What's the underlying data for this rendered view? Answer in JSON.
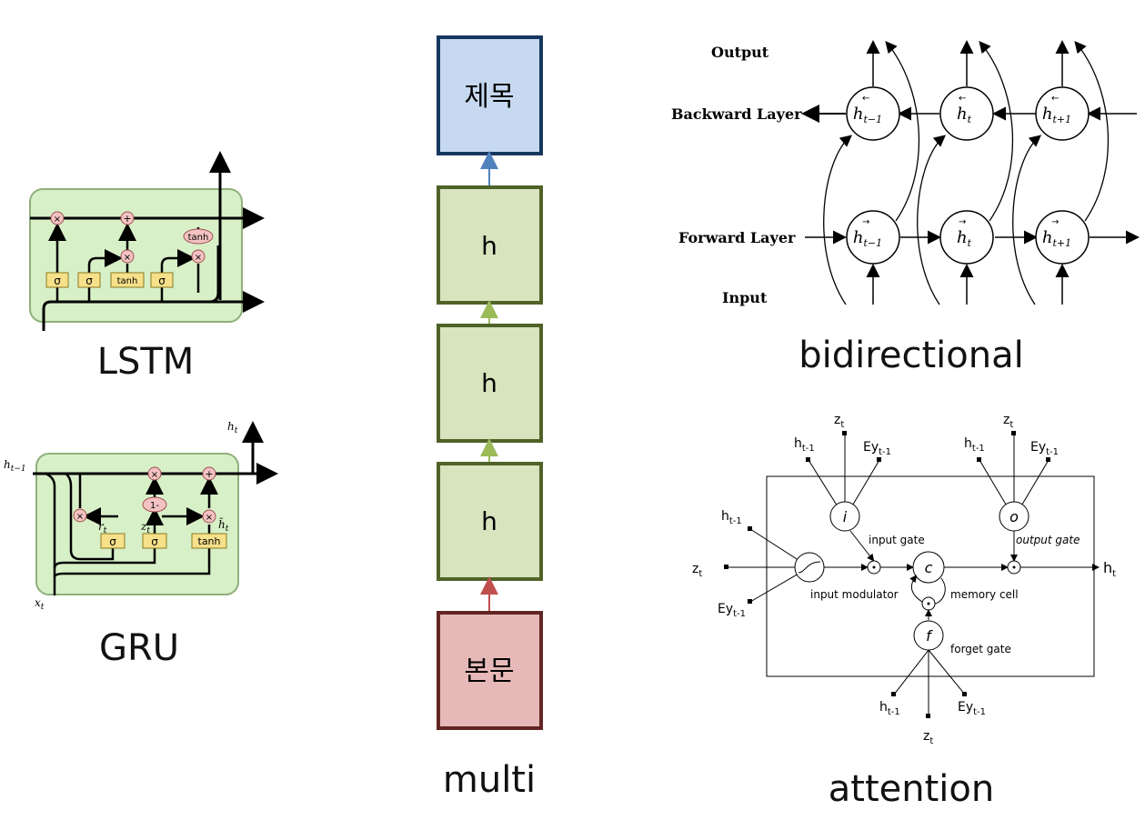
{
  "lstm": {
    "caption": "LSTM",
    "gates": [
      "σ",
      "σ",
      "tanh",
      "σ"
    ],
    "tanh_label": "tanh",
    "mult": "×",
    "plus": "+"
  },
  "gru": {
    "caption": "GRU",
    "h_prev": "h",
    "h_prev_sub": "t−1",
    "h_out": "h",
    "h_out_sub": "t",
    "x_in": "x",
    "x_in_sub": "t",
    "r": "r",
    "r_sub": "t",
    "z": "z",
    "z_sub": "t",
    "htilde": "h̃",
    "htilde_sub": "t",
    "one_minus": "1-",
    "gates": [
      "σ",
      "σ",
      "tanh"
    ],
    "mult": "×",
    "plus": "+"
  },
  "multi": {
    "caption": "multi",
    "title_box": "제목",
    "hidden_boxes": [
      "h",
      "h",
      "h"
    ],
    "body_box": "본문",
    "colors": {
      "title_fill": "#c6d9f0",
      "title_border": "#17375e",
      "hidden_fill": "#d7e4bd",
      "hidden_border": "#4f6228",
      "body_fill": "#e6b9b8",
      "body_border": "#632523",
      "arrow_blue": "#4f81bd",
      "arrow_green": "#9bbb59",
      "arrow_red": "#c0504d"
    }
  },
  "bidirectional": {
    "caption": "bidirectional",
    "output_label": "Output",
    "backward_label": "Backward Layer",
    "forward_label": "Forward Layer",
    "input_label": "Input",
    "nodes": [
      {
        "h": "h",
        "sub": "t−1"
      },
      {
        "h": "h",
        "sub": "t"
      },
      {
        "h": "h",
        "sub": "t+1"
      }
    ]
  },
  "attention": {
    "caption": "attention",
    "zt": "z",
    "zt_sub": "t",
    "h_prev": "h",
    "h_prev_sub": "t-1",
    "ey": "Ey",
    "ey_sub": "t-1",
    "ht": "h",
    "ht_sub": "t",
    "i_node": "i",
    "o_node": "o",
    "c_node": "c",
    "f_node": "f",
    "input_gate": "input gate",
    "output_gate": "output gate",
    "input_modulator": "input modulator",
    "memory_cell": "memory cell",
    "forget_gate": "forget gate"
  }
}
